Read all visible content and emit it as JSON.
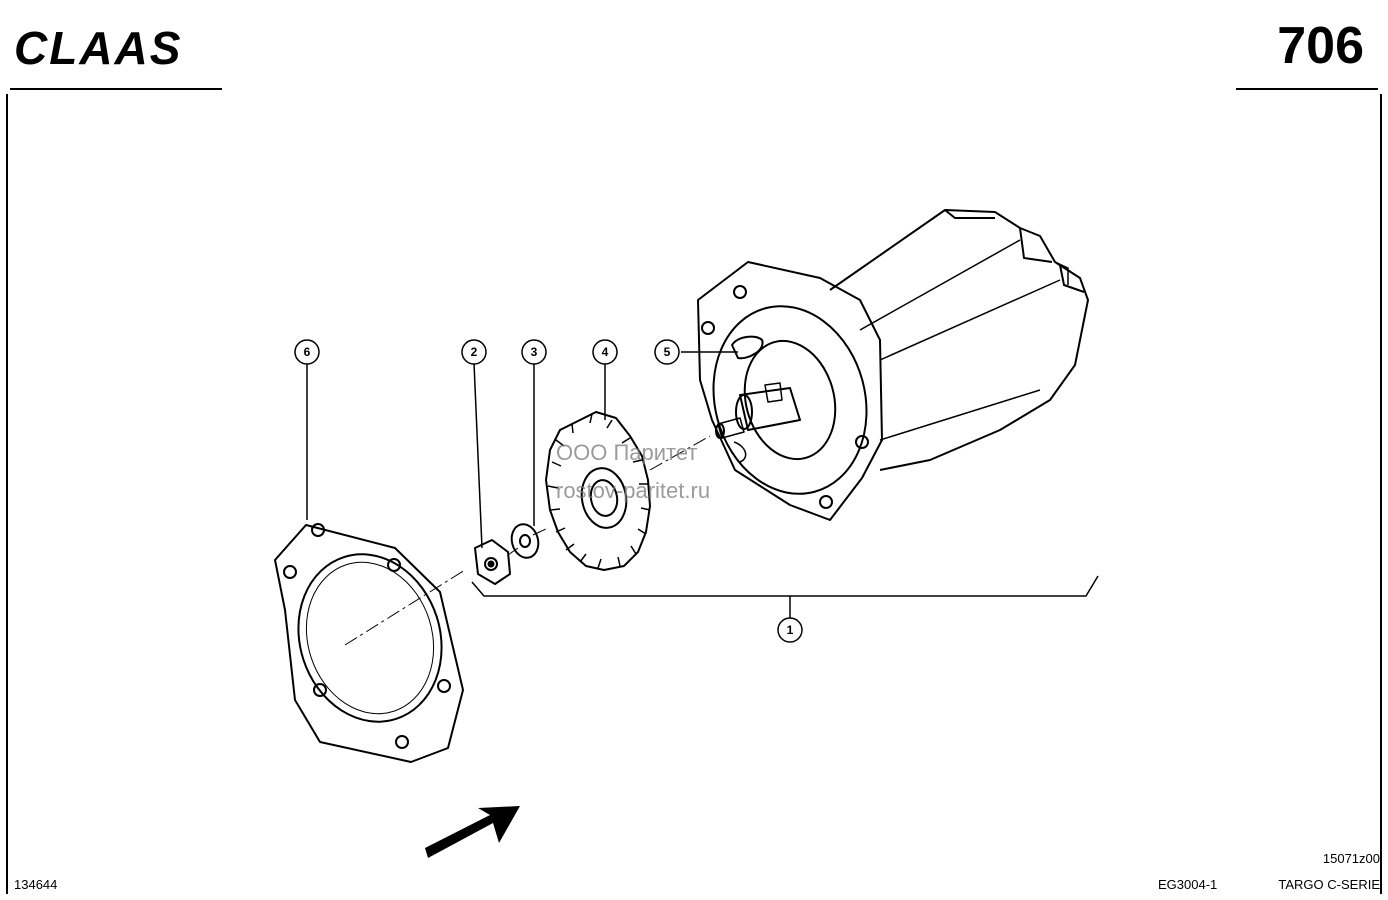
{
  "header": {
    "brand": "CLAAS",
    "page_number": "706"
  },
  "watermark": {
    "line1": "ООО Паритет",
    "line2": "rostov-paritet.ru"
  },
  "callouts": [
    {
      "id": "1",
      "label": "1"
    },
    {
      "id": "2",
      "label": "2"
    },
    {
      "id": "3",
      "label": "3"
    },
    {
      "id": "4",
      "label": "4"
    },
    {
      "id": "5",
      "label": "5"
    },
    {
      "id": "6",
      "label": "6"
    }
  ],
  "footer": {
    "left_code": "134644",
    "document": "EG3004-1",
    "series": "TARGO C-SERIE",
    "drawing_code": "15071z00"
  },
  "icons": {
    "direction": "arrow-icon"
  },
  "colors": {
    "ink": "#000000",
    "watermark": "#7a7a7a"
  }
}
